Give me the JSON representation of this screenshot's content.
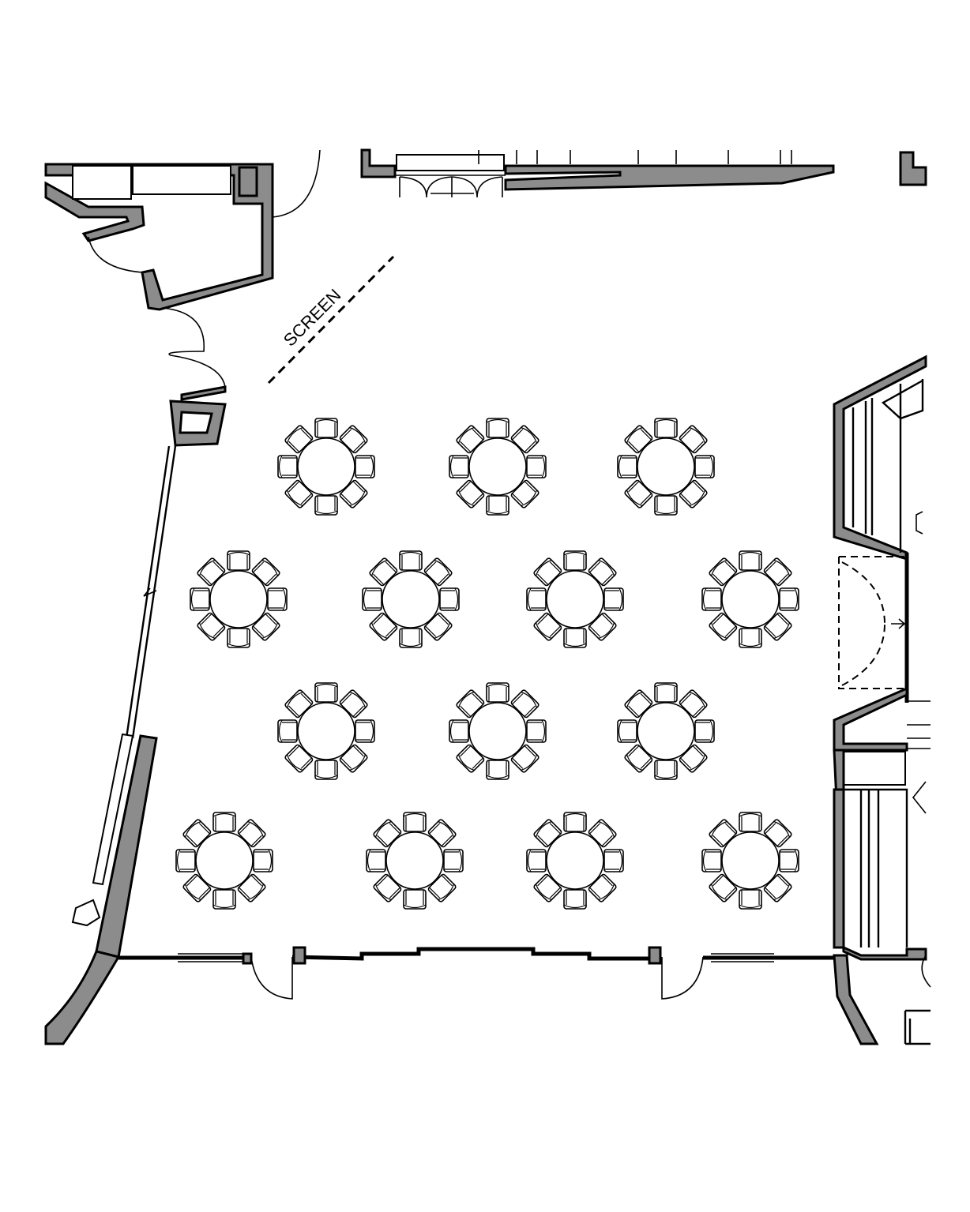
{
  "floor_plan": {
    "screen_label": "SCREEN",
    "seats_per_table": 8,
    "table_rows": [
      {
        "row": 1,
        "tables": 3
      },
      {
        "row": 2,
        "tables": 4
      },
      {
        "row": 3,
        "tables": 3
      },
      {
        "row": 4,
        "tables": 4
      }
    ],
    "colors": {
      "wall_fill": "#8c8c8c",
      "line": "#000000",
      "background": "#ffffff"
    }
  }
}
